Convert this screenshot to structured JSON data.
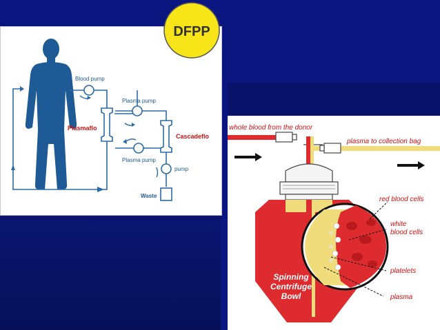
{
  "dfpp": {
    "badge_text": "DFPP",
    "labels": {
      "blood_pump": "Blood pump",
      "plasma_pump_top": "Plasma pump",
      "plasma_pump_bottom": "Plasma pump",
      "plasmaflo": "Plasmaflo",
      "cascadeflo": "Cascadeflo",
      "pump": "pump",
      "waste": "Waste"
    }
  },
  "centrifuge": {
    "labels": {
      "whole_blood": "whole blood from the donor",
      "plasma_to_bag": "plasma to collection bag",
      "red_blood_cells": "red blood cells",
      "white_blood_cells_1": "white",
      "white_blood_cells_2": "blood cells",
      "platelets": "platelets",
      "plasma": "plasma",
      "bowl_1": "Spinning",
      "bowl_2": "Centrifuge",
      "bowl_3": "Bowl"
    }
  },
  "colors": {
    "slide_background": "#0a1580",
    "figure_blue": "#1d5a96",
    "line_blue": "#2a6aa8",
    "label_red": "#d01010",
    "blood_red": "#dd2b2f",
    "plasma_yellow": "#f0dc7a",
    "badge_yellow": "#f7e51a"
  }
}
